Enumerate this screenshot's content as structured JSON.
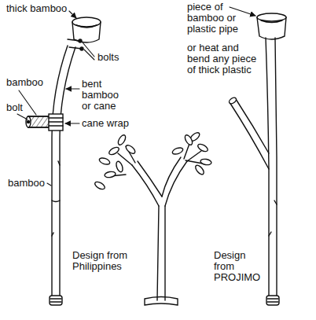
{
  "diagram": {
    "labels": [
      "thick bamboo",
      "piece of bamboo or plastic pipe",
      "bolts",
      "or heat and bend any piece of thick plastic",
      "bamboo",
      "bent bamboo or cane",
      "bolt",
      "cane wrap",
      "bamboo",
      "Design from Philippines",
      "Design from PROJIMO"
    ]
  }
}
